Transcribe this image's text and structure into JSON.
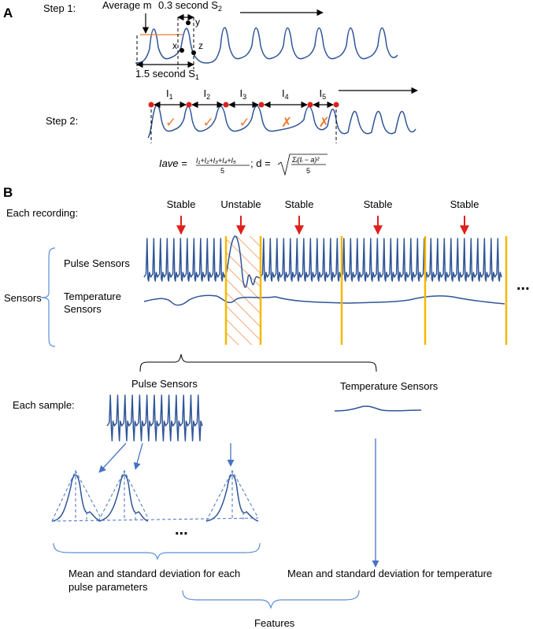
{
  "panel_a": {
    "label": "A",
    "step1": "Step 1:",
    "average_m": "Average m",
    "s2_main": "0.3 second S",
    "s2_sub": "2",
    "s1_main": "1.5 second S",
    "s1_sub": "1",
    "x": "x",
    "y": "y",
    "z": "z",
    "step2": "Step 2:",
    "intervals": [
      {
        "main": "I",
        "sub": "1"
      },
      {
        "main": "I",
        "sub": "2"
      },
      {
        "main": "I",
        "sub": "3"
      },
      {
        "main": "I",
        "sub": "4"
      },
      {
        "main": "I",
        "sub": "5"
      }
    ],
    "marks": [
      "✓",
      "✓",
      "✓",
      "✗",
      "✗"
    ],
    "formula_lhs": "Iave =",
    "formula_num": "I₁+I₂+I₃+I₄+I₅",
    "formula_den": "5",
    "formula_sep": "; d =",
    "formula_rad_num": "Σᵢ(Iᵢ − a)²",
    "formula_rad_den": "5"
  },
  "panel_b": {
    "label": "B",
    "each_recording": "Each recording:",
    "states": [
      "Stable",
      "Unstable",
      "Stable",
      "Stable",
      "Stable"
    ],
    "pulse_sensors": "Pulse Sensors",
    "sensors": "Sensors",
    "temp_line1": "Temperature",
    "temp_line2": "Sensors",
    "ellipsis": "...",
    "each_sample": "Each sample:",
    "sample_pulse": "Pulse Sensors",
    "sample_temp": "Temperature Sensors",
    "peaks_ellipsis": "...",
    "mean_pulse_1": "Mean and standard deviation for each",
    "mean_pulse_2": "pulse parameters",
    "mean_temp": "Mean and standard deviation for temperature",
    "features": "Features"
  },
  "colors": {
    "pulse_wave": "#2f5597",
    "marker_red": "#e0201b",
    "window_gold": "#f5b800",
    "check_orange": "#ed7d31",
    "brace_blue": "#5b8ed6"
  }
}
